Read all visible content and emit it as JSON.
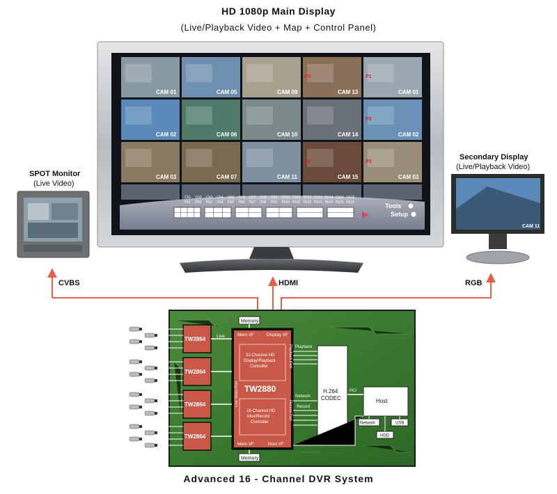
{
  "main_display": {
    "title": "HD 1080p Main Display",
    "subtitle": "(Live/Playback Video + Map + Control Panel)",
    "cameras": [
      {
        "label": "CAM 01",
        "color": "#8a9aa4",
        "mark": ""
      },
      {
        "label": "CAM 05",
        "color": "#6f8fb0",
        "mark": ""
      },
      {
        "label": "CAM 09",
        "color": "#a8a090",
        "mark": ""
      },
      {
        "label": "CAM 13",
        "color": "#8a7058",
        "mark": "P3"
      },
      {
        "label": "CAM 01",
        "color": "#9aa6b0",
        "mark": "P1"
      },
      {
        "label": "CAM 02",
        "color": "#5a8ab8",
        "mark": ""
      },
      {
        "label": "CAM 06",
        "color": "#4f7a6a",
        "mark": ""
      },
      {
        "label": "CAM 10",
        "color": "#7a8a8a",
        "mark": ""
      },
      {
        "label": "CAM 14",
        "color": "#6a7078",
        "mark": ""
      },
      {
        "label": "CAM 02",
        "color": "#6a92b8",
        "mark": "P2"
      },
      {
        "label": "CAM 03",
        "color": "#8a7a60",
        "mark": ""
      },
      {
        "label": "CAM 07",
        "color": "#7a6a50",
        "mark": ""
      },
      {
        "label": "CAM 11",
        "color": "#8090a0",
        "mark": ""
      },
      {
        "label": "CAM 15",
        "color": "#6a4a38",
        "mark": "P4"
      },
      {
        "label": "CAM 03",
        "color": "#9a8e78",
        "mark": "P3"
      }
    ],
    "channels_top": [
      "Ch1",
      "Ch2",
      "Ch3",
      "Ch4",
      "Ch5",
      "Ch6",
      "Ch7",
      "Ch8",
      "Ch9",
      "Ch10",
      "Ch11",
      "Ch12",
      "Ch13",
      "Ch14",
      "Ch15",
      "Ch16"
    ],
    "channels_bottom": [
      "Pb1",
      "Pb2",
      "Pb3",
      "Pb4",
      "Pb5",
      "Pb6",
      "Pb7",
      "Pb8",
      "Pb9",
      "Pb10",
      "Pb11",
      "Pb12",
      "Pb13",
      "Pb14",
      "Pb15",
      "Pb16"
    ],
    "tools_label": "Tools",
    "setup_label": "Setup"
  },
  "spot_monitor": {
    "title": "SPOT Monitor",
    "subtitle": "(Live Video)"
  },
  "secondary_display": {
    "title": "Secondary Display",
    "subtitle": "(Live/Playback Video)",
    "cam_label": "CAM 11"
  },
  "links": {
    "cvbs": "CVBS",
    "hdmi": "HDMI",
    "rgb": "RGB"
  },
  "board": {
    "tw2864": [
      "TW2864",
      "TW2864",
      "TW2864",
      "TW2864"
    ],
    "memory_top": "Memory",
    "memory_bottom": "Memory",
    "mem_if_top": "Mem I/F",
    "display_if": "Display I/F",
    "live": "Live",
    "block1": "32-Channel HD Display/Playback Controller",
    "chip": "TW2880",
    "block2": "16-Channel HD Mux/Record Controller",
    "mem_if_bottom": "Mem I/F",
    "host_if": "Host I/F",
    "live_video_in": "Live Video Port",
    "playback_port": "Playback Port",
    "record_port": "Record Port",
    "playback": "Playback",
    "network": "Network",
    "record": "Record",
    "codec_l1": "H.264",
    "codec_l2": "CODEC",
    "pci": "PCI",
    "host": "Host",
    "host_network": "Network",
    "usb": "USB",
    "hdd": "HDD"
  },
  "footer": "Advanced 16 - Channel DVR System"
}
